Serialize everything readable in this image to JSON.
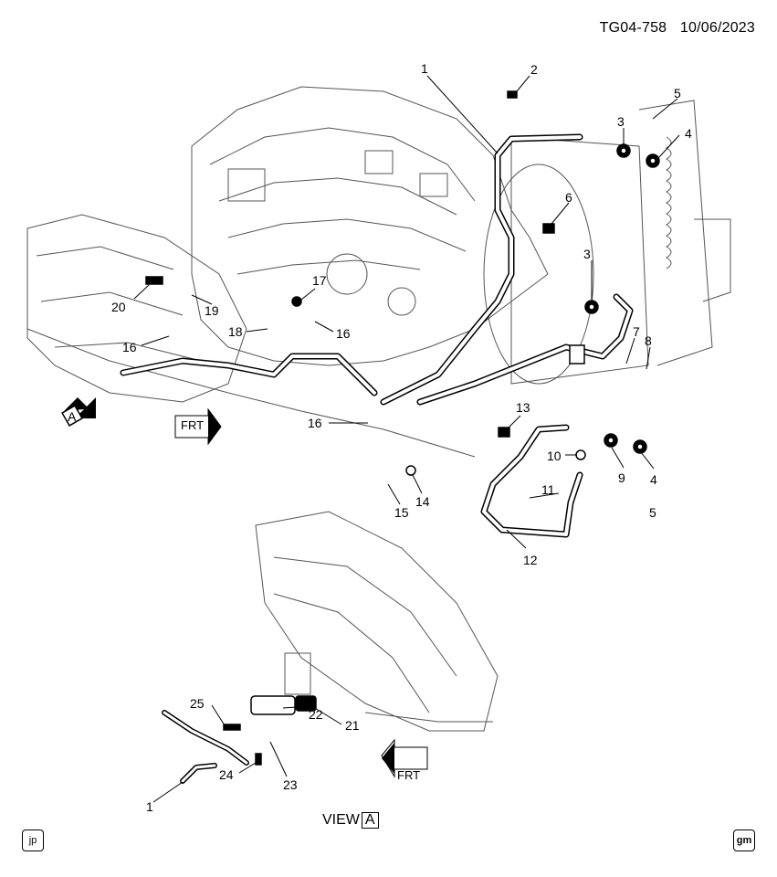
{
  "header": {
    "code": "TG04-758",
    "date": "10/06/2023"
  },
  "callouts": [
    {
      "id": "c1a",
      "text": "1"
    },
    {
      "id": "c2",
      "text": "2"
    },
    {
      "id": "c3a",
      "text": "3"
    },
    {
      "id": "c4a",
      "text": "4"
    },
    {
      "id": "c5a",
      "text": "5"
    },
    {
      "id": "c6",
      "text": "6"
    },
    {
      "id": "c3b",
      "text": "3"
    },
    {
      "id": "c7",
      "text": "7"
    },
    {
      "id": "c8",
      "text": "8"
    },
    {
      "id": "c17",
      "text": "17"
    },
    {
      "id": "c20",
      "text": "20"
    },
    {
      "id": "c19",
      "text": "19"
    },
    {
      "id": "c18",
      "text": "18"
    },
    {
      "id": "c16a",
      "text": "16"
    },
    {
      "id": "c16b",
      "text": "16"
    },
    {
      "id": "c16c",
      "text": "16"
    },
    {
      "id": "c13",
      "text": "13"
    },
    {
      "id": "c10",
      "text": "10"
    },
    {
      "id": "c9",
      "text": "9"
    },
    {
      "id": "c4b",
      "text": "4"
    },
    {
      "id": "c5b",
      "text": "5"
    },
    {
      "id": "c11",
      "text": "11"
    },
    {
      "id": "c12",
      "text": "12"
    },
    {
      "id": "c14",
      "text": "14"
    },
    {
      "id": "c15",
      "text": "15"
    },
    {
      "id": "c25",
      "text": "25"
    },
    {
      "id": "c22",
      "text": "22"
    },
    {
      "id": "c21",
      "text": "21"
    },
    {
      "id": "c24",
      "text": "24"
    },
    {
      "id": "c23",
      "text": "23"
    },
    {
      "id": "c1b",
      "text": "1"
    }
  ],
  "view_label": {
    "text": "VIEW",
    "letter": "A"
  },
  "view_marker": "A",
  "direction_label": "FRT",
  "corner_left": "jp",
  "corner_right": "gm",
  "colors": {
    "ink": "#000000",
    "line_art": "#555555",
    "paper": "#ffffff"
  }
}
